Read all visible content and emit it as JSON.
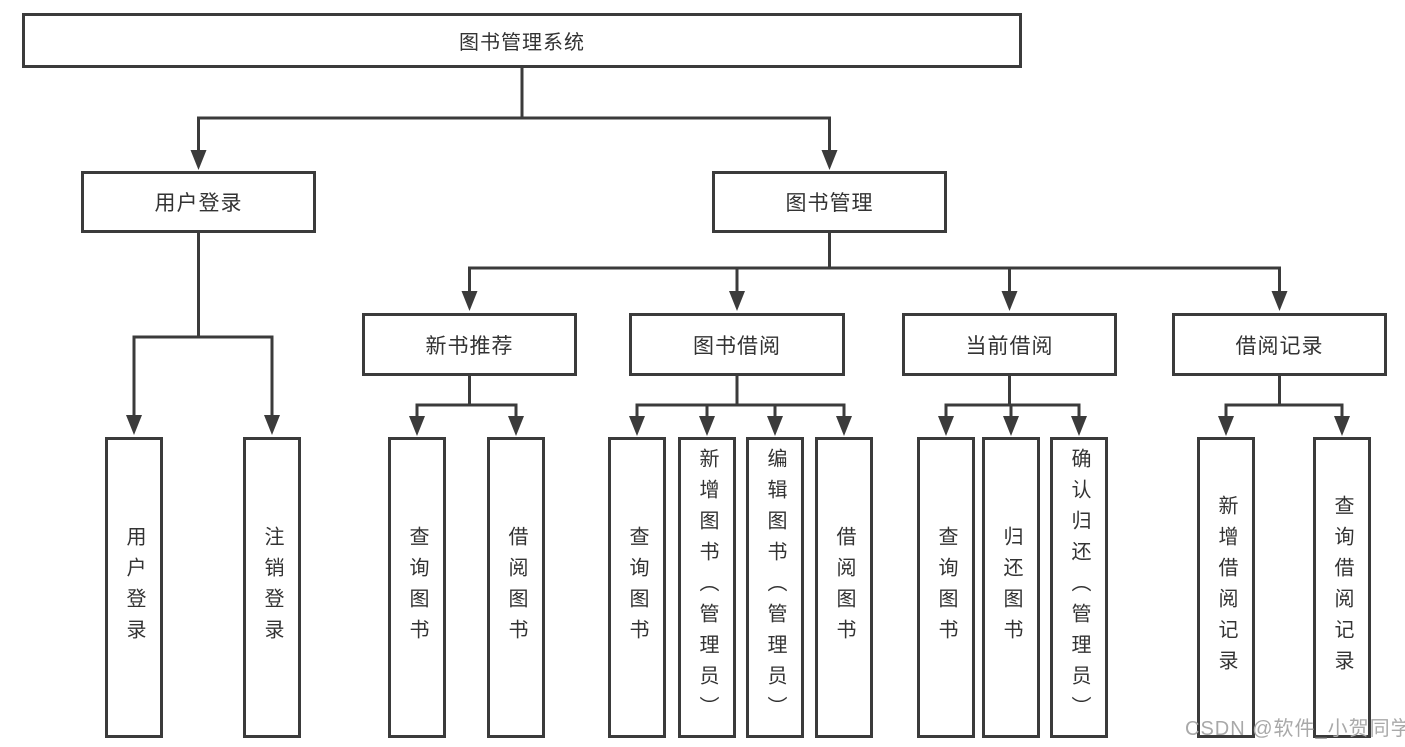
{
  "diagram": {
    "tree": {
      "label": "图书管理系统",
      "children": [
        {
          "label": "用户登录",
          "children": [
            {
              "label": "用户登录"
            },
            {
              "label": "注销登录"
            }
          ]
        },
        {
          "label": "图书管理",
          "children": [
            {
              "label": "新书推荐",
              "children": [
                {
                  "label": "查询图书"
                },
                {
                  "label": "借阅图书"
                }
              ]
            },
            {
              "label": "图书借阅",
              "children": [
                {
                  "label": "查询图书"
                },
                {
                  "label": "新增图书（管理员）"
                },
                {
                  "label": "编辑图书（管理员）"
                },
                {
                  "label": "借阅图书"
                }
              ]
            },
            {
              "label": "当前借阅",
              "children": [
                {
                  "label": "查询图书"
                },
                {
                  "label": "归还图书"
                },
                {
                  "label": "确认归还（管理员）"
                }
              ]
            },
            {
              "label": "借阅记录",
              "children": [
                {
                  "label": "新增借阅记录"
                },
                {
                  "label": "查询借阅记录"
                }
              ]
            }
          ]
        }
      ]
    },
    "watermark": "CSDN @软件_小贺同学",
    "colors": {
      "line": "#3b3b3b",
      "text": "#333333",
      "box_fill": "#ffffff",
      "watermark": "#a9a9a9",
      "background": "#ffffff"
    }
  }
}
